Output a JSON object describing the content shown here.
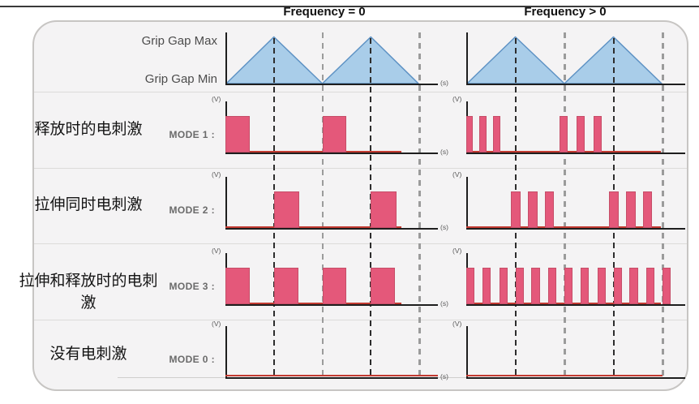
{
  "headers": {
    "left": "Frequency = 0",
    "right": "Frequency > 0"
  },
  "grip_labels": {
    "max": "Grip Gap Max",
    "min": "Grip Gap Min"
  },
  "axis_labels": {
    "v": "(V)",
    "s": "(s)"
  },
  "colors": {
    "triangle_fill": "#a9cde9",
    "triangle_stroke": "#5e92c4",
    "pulse_fill": "#e4587a",
    "pulse_stroke": "#c64e68",
    "zero_line": "#c23a31",
    "axis": "#1e1e1e",
    "dash_black": "#2d2d2d",
    "dash_gray": "#9b9b9b",
    "frame_bg": "#f4f3f4",
    "frame_border": "#c7c5c3",
    "separator": "#dcdbda",
    "header_text": "#111111",
    "label_text": "#4c4c4c",
    "mode_text": "#6a6a6a"
  },
  "chart_data": {
    "type": "line",
    "description": "Timing diagram: triangular grip-gap wave with electrical stimulation pulse trains for four modes, shown for Frequency = 0 (single wide pulses) and Frequency > 0 (bursts of narrow pulses)",
    "time_unit": "half-cycle of grip gap wave (s)",
    "grip_wave": {
      "shape": "triangle",
      "valleys_at": [
        0,
        2,
        4
      ],
      "peaks_at": [
        1,
        3
      ],
      "min_label": "Grip Gap Min",
      "max_label": "Grip Gap Max"
    },
    "columns": [
      {
        "id": "freq0",
        "title": "Frequency = 0",
        "pulse_style": "single wide pulse per event"
      },
      {
        "id": "freqpos",
        "title": "Frequency > 0",
        "pulse_style": "burst of three narrow pulses per event"
      }
    ],
    "modes": [
      {
        "label": "MODE 1 :",
        "description_cn": "释放时的电刺激",
        "freq0_pulses": [
          [
            0,
            0.5
          ],
          [
            2,
            2.5
          ]
        ],
        "freqpos_pulses": [
          [
            0,
            0.14
          ],
          [
            0.26,
            0.41
          ],
          [
            0.55,
            0.7
          ],
          [
            1.9,
            2.06
          ],
          [
            2.25,
            2.41
          ],
          [
            2.6,
            2.76
          ]
        ]
      },
      {
        "label": "MODE 2 :",
        "description_cn": "拉伸同时电刺激",
        "freq0_pulses": [
          [
            1,
            1.53
          ],
          [
            3,
            3.53
          ]
        ],
        "freqpos_pulses": [
          [
            0.91,
            1.1
          ],
          [
            1.26,
            1.45
          ],
          [
            1.6,
            1.79
          ],
          [
            2.91,
            3.1
          ],
          [
            3.26,
            3.45
          ],
          [
            3.6,
            3.79
          ]
        ]
      },
      {
        "label": "MODE 3 :",
        "description_cn": "拉伸和释放时的电刺激",
        "freq0_pulses": [
          [
            0,
            0.5
          ],
          [
            1,
            1.5
          ],
          [
            2,
            2.5
          ],
          [
            3,
            3.5
          ]
        ],
        "freqpos_pulses": [
          [
            0,
            0.17
          ],
          [
            0.33,
            0.5
          ],
          [
            0.67,
            0.84
          ],
          [
            1,
            1.17
          ],
          [
            1.33,
            1.5
          ],
          [
            1.67,
            1.84
          ],
          [
            2,
            2.17
          ],
          [
            2.33,
            2.5
          ],
          [
            2.67,
            2.84
          ],
          [
            3,
            3.17
          ],
          [
            3.33,
            3.5
          ],
          [
            3.67,
            3.84
          ],
          [
            4,
            4.17
          ]
        ]
      },
      {
        "label": "MODE 0 :",
        "description_cn": "没有电刺激",
        "freq0_pulses": [],
        "freqpos_pulses": []
      }
    ]
  }
}
